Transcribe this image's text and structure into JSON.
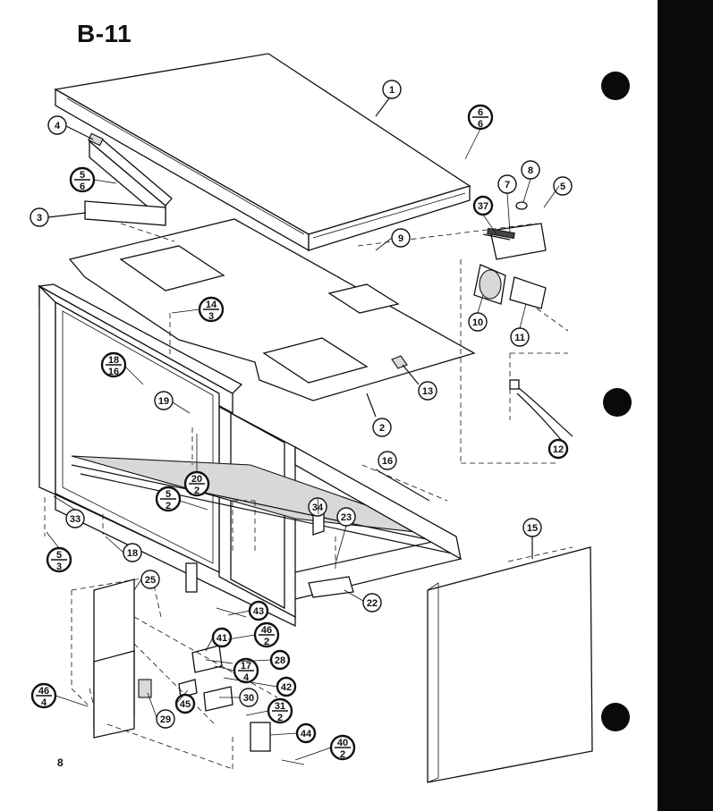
{
  "page": {
    "title": "B-11",
    "number": "8"
  },
  "callouts": [
    {
      "id": "c1",
      "top": "1"
    },
    {
      "id": "c2",
      "top": "2"
    },
    {
      "id": "c3",
      "top": "3"
    },
    {
      "id": "c4",
      "top": "4"
    },
    {
      "id": "c5",
      "top": "5"
    },
    {
      "id": "c7",
      "top": "7"
    },
    {
      "id": "c8",
      "top": "8"
    },
    {
      "id": "c9",
      "top": "9"
    },
    {
      "id": "c10",
      "top": "10"
    },
    {
      "id": "c11",
      "top": "11"
    },
    {
      "id": "c12",
      "top": "12"
    },
    {
      "id": "c13",
      "top": "13"
    },
    {
      "id": "c15",
      "top": "15"
    },
    {
      "id": "c16",
      "top": "16"
    },
    {
      "id": "c18",
      "top": "18"
    },
    {
      "id": "c19",
      "top": "19"
    },
    {
      "id": "c22",
      "top": "22"
    },
    {
      "id": "c23",
      "top": "23"
    },
    {
      "id": "c25",
      "top": "25"
    },
    {
      "id": "c28",
      "top": "28"
    },
    {
      "id": "c29",
      "top": "29"
    },
    {
      "id": "c30",
      "top": "30"
    },
    {
      "id": "c33",
      "top": "33"
    },
    {
      "id": "c34",
      "top": "34"
    },
    {
      "id": "c37",
      "top": "37"
    },
    {
      "id": "c41",
      "top": "41"
    },
    {
      "id": "c42",
      "top": "42"
    },
    {
      "id": "c43",
      "top": "43"
    },
    {
      "id": "c44",
      "top": "44"
    },
    {
      "id": "c45",
      "top": "45"
    },
    {
      "id": "f6_6",
      "top": "6",
      "bottom": "6"
    },
    {
      "id": "f5_6",
      "top": "5",
      "bottom": "6"
    },
    {
      "id": "f14_3",
      "top": "14",
      "bottom": "3"
    },
    {
      "id": "f18_16",
      "top": "18",
      "bottom": "16"
    },
    {
      "id": "f20_2",
      "top": "20",
      "bottom": "2"
    },
    {
      "id": "f5_2",
      "top": "5",
      "bottom": "2"
    },
    {
      "id": "f5_3",
      "top": "5",
      "bottom": "3"
    },
    {
      "id": "f46_2",
      "top": "46",
      "bottom": "2"
    },
    {
      "id": "f17_4",
      "top": "17",
      "bottom": "4"
    },
    {
      "id": "f31_2",
      "top": "31",
      "bottom": "2"
    },
    {
      "id": "f46_4",
      "top": "46",
      "bottom": "4"
    },
    {
      "id": "f40_2",
      "top": "40",
      "bottom": "2"
    }
  ]
}
